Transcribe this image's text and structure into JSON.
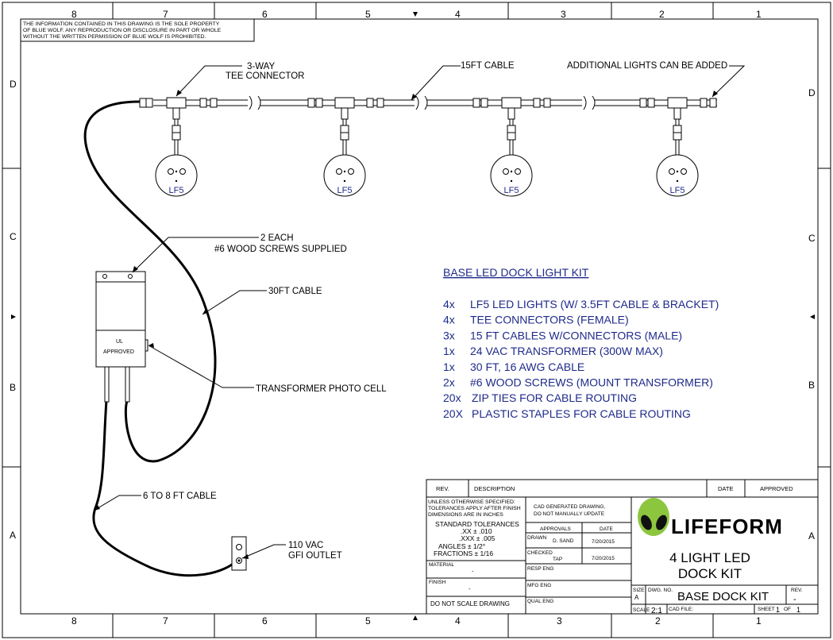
{
  "border": {
    "top_cols": [
      "8",
      "7",
      "6",
      "5",
      "4",
      "3",
      "2",
      "1"
    ],
    "bottom_cols": [
      "8",
      "7",
      "6",
      "5",
      "4",
      "3",
      "2",
      "1"
    ],
    "rows": [
      "D",
      "C",
      "B",
      "A"
    ]
  },
  "notice": [
    "THE INFORMATION CONTAINED IN THIS DRAWING IS THE SOLE PROPERTY",
    "OF BLUE WOLF. ANY REPRODUCTION OR DISCLOSURE IN PART OR WHOLE",
    "WITHOUT THE WRITTEN PERMISSION OF BLUE WOLF IS PROHIBITED."
  ],
  "callouts": {
    "tee_1": "3-WAY",
    "tee_2": "TEE CONNECTOR",
    "cable15": "15FT CABLE",
    "additional": "ADDITIONAL LIGHTS CAN BE ADDED",
    "screws_1": "2 EACH",
    "screws_2": "#6 WOOD SCREWS SUPPLIED",
    "cable30": "30FT CABLE",
    "photocell": "TRANSFORMER PHOTO CELL",
    "cable6": "6 TO 8 FT CABLE",
    "outlet_1": "110 VAC",
    "outlet_2": "GFI OUTLET"
  },
  "light_label": "LF5",
  "transformer": {
    "ul": "UL",
    "approved": "APPROVED"
  },
  "kit": {
    "title": "BASE LED DOCK LIGHT KIT",
    "items": [
      {
        "qty": "4x",
        "desc": "LF5 LED LIGHTS (W/ 3.5FT CABLE & BRACKET)"
      },
      {
        "qty": "4x",
        "desc": "TEE CONNECTORS (FEMALE)"
      },
      {
        "qty": "3x",
        "desc": "15 FT CABLES W/CONNECTORS (MALE)"
      },
      {
        "qty": "1x",
        "desc": "24 VAC TRANSFORMER (300W MAX)"
      },
      {
        "qty": "1x",
        "desc": "30 FT, 16 AWG CABLE"
      },
      {
        "qty": "2x",
        "desc": "#6 WOOD SCREWS (MOUNT TRANSFORMER)"
      },
      {
        "qty": "20x",
        "desc": "ZIP TIES FOR CABLE ROUTING"
      },
      {
        "qty": "20X",
        "desc": "PLASTIC STAPLES FOR CABLE ROUTING"
      }
    ]
  },
  "title_block": {
    "rev": "REV.",
    "description": "DESCRIPTION",
    "date": "DATE",
    "approved": "APPROVED",
    "tolerances": [
      "UNLESS OTHERWISE SPECIFIED:",
      "TOLERANCES APPLY AFTER FINISH",
      "DIMENSIONS ARE IN INCHES"
    ],
    "std_tol": "STANDARD TOLERANCES",
    "xx": ".XX  ± .010",
    "xxx": ".XXX ± .005",
    "angles": "ANGLES    ± 1/2°",
    "fractions": "FRACTIONS ± 1/16",
    "material_label": "MATERIAL",
    "material_value": "-",
    "finish_label": "FINISH",
    "finish_value": "-",
    "do_not_scale": "DO NOT SCALE DRAWING",
    "cad_1": "CAD GENERATED DRAWING,",
    "cad_2": "DO NOT MANUALLY UPDATE",
    "approvals": "APPROVALS",
    "approvals_date": "DATE",
    "drawn": "DRAWN",
    "drawn_by": "D. SAND",
    "drawn_date": "7/20/2015",
    "checked": "CHECKED",
    "checked_by": "TAP",
    "checked_date": "7/20/2015",
    "resp_eng": "RESP ENG",
    "mfg_eng": "MFG ENG",
    "qual_eng": "QUAL ENG",
    "logo_text": "LIFEFORM",
    "title_1": "4 LIGHT LED",
    "title_2": "DOCK KIT",
    "size_label": "SIZE",
    "size_value": "A",
    "dwg_label": "DWG. NO.",
    "dwg_value": "BASE DOCK KIT",
    "rev_label": "REV.",
    "rev_value": "-",
    "scale_label": "SCALE",
    "scale_value": "2:1",
    "cad_file": "CAD FILE:",
    "sheet_label": "SHEET",
    "sheet_value": "1",
    "of_label": "OF",
    "of_value": "1"
  },
  "colors": {
    "kit_text": "#1f2a8a",
    "logo_green": "#8cc63f"
  }
}
